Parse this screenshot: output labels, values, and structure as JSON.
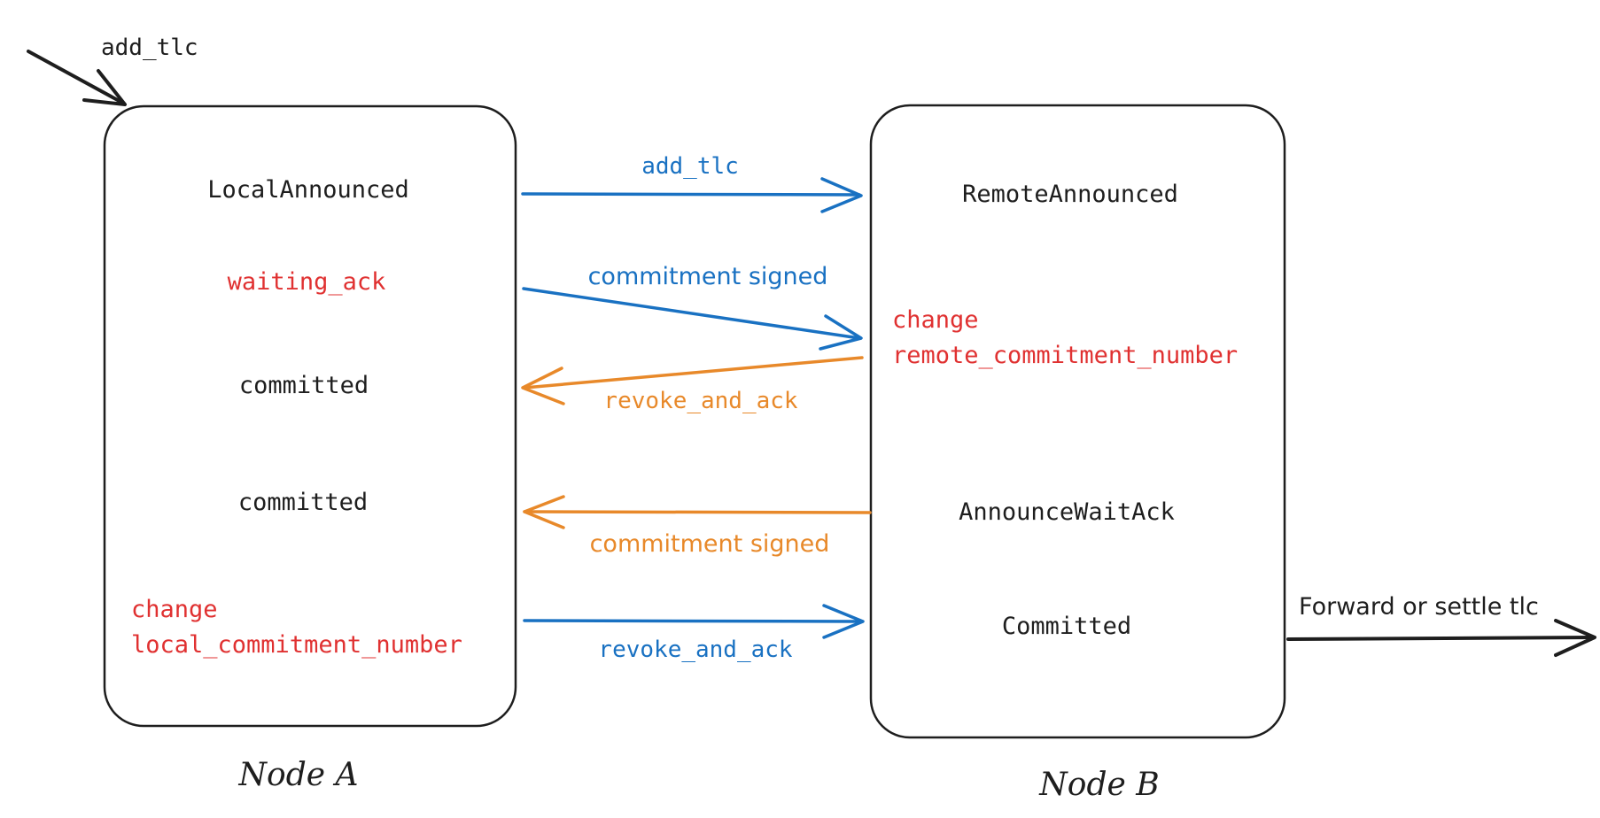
{
  "colors": {
    "ink": "#1e1e1e",
    "blue": "#1971c2",
    "orange": "#e8892a",
    "red": "#e03131"
  },
  "entry_label": "add_tlc",
  "node_a": {
    "caption": "Node A",
    "states": {
      "local_announced": "LocalAnnounced",
      "waiting_ack": "waiting_ack",
      "committed_1": "committed",
      "committed_2": "committed",
      "change_line1": "change",
      "change_line2": "local_commitment_number"
    }
  },
  "node_b": {
    "caption": "Node B",
    "states": {
      "remote_announced": "RemoteAnnounced",
      "change_line1": "change",
      "change_line2": "remote_commitment_number",
      "announce_wait_ack": "AnnounceWaitAck",
      "committed": "Committed"
    }
  },
  "messages": {
    "add_tlc": "add_tlc",
    "commitment_signed_a_to_b": "commitment signed",
    "revoke_and_ack_b_to_a": "revoke_and_ack",
    "commitment_signed_b_to_a": "commitment signed",
    "revoke_and_ack_a_to_b": "revoke_and_ack"
  },
  "exit_label": "Forward or settle tlc"
}
